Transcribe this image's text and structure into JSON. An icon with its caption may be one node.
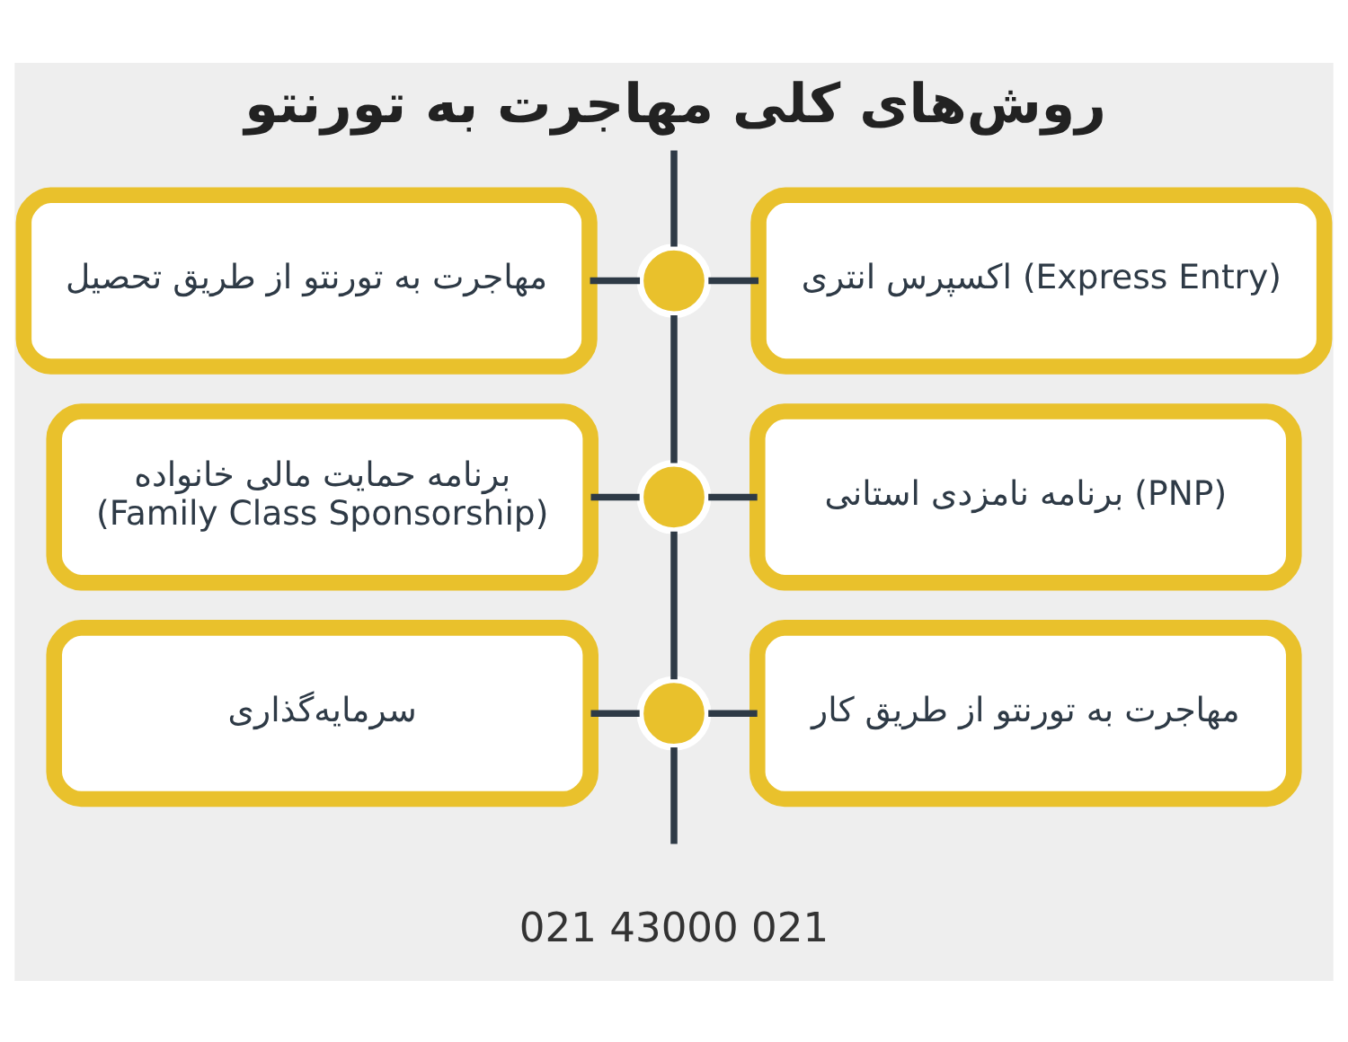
{
  "diagram": {
    "title": "روش‌های کلی مهاجرت به تورنتو",
    "nodes": [
      {
        "text": [
          "اکسپرس انتری (Express Entry)"
        ]
      },
      {
        "text": [],
        "shape": "circle"
      },
      {
        "text": [
          "مهاجرت به تورنتو از طریق تحصیل"
        ]
      },
      {
        "text": [
          "برنامه نامزدی استانی (PNP)"
        ]
      },
      {
        "text": [],
        "shape": "circle"
      },
      {
        "text": [
          "برنامه حمایت مالی خانواده (Family Class Sponsorship)"
        ]
      },
      {
        "text": [
          "مهاجرت به تورنتو از طریق کار"
        ]
      },
      {
        "text": [],
        "shape": "circle"
      },
      {
        "text": [
          "سرمایه‌گذاری"
        ]
      }
    ],
    "edges": [
      {
        "from": null,
        "to": 1,
        "arrow": "none"
      },
      {
        "from": 1,
        "to": 0,
        "arrow": "none"
      },
      {
        "from": 2,
        "to": 1,
        "arrow": "none"
      },
      {
        "from": 1,
        "to": 4,
        "arrow": "none"
      },
      {
        "from": 4,
        "to": 3,
        "arrow": "none"
      },
      {
        "from": 5,
        "to": 4,
        "arrow": "none"
      },
      {
        "from": 4,
        "to": 7,
        "arrow": "none"
      },
      {
        "from": 7,
        "to": 6,
        "arrow": "none"
      },
      {
        "from": 8,
        "to": 7,
        "arrow": "none"
      },
      {
        "from": 7,
        "to": null,
        "arrow": "none"
      }
    ],
    "labels": [
      "021 43000 021"
    ]
  }
}
